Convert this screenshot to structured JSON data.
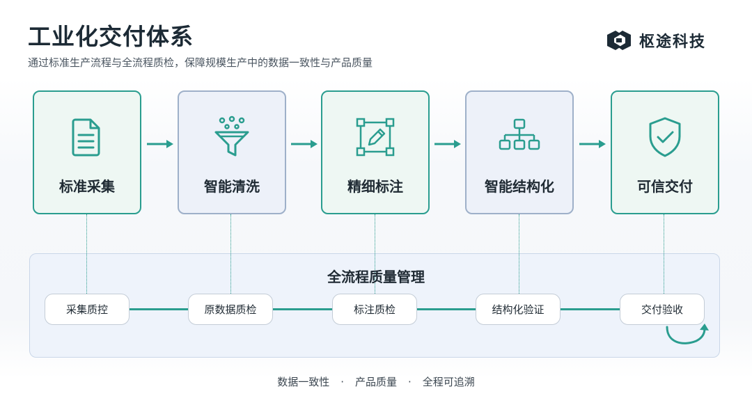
{
  "header": {
    "title": "工业化交付体系",
    "subtitle": "通过标准生产流程与全流程质检，保障规模生产中的数据一致性与产品质量"
  },
  "logo": {
    "text": "枢途科技",
    "icon": "brand-logo-icon"
  },
  "stages": [
    {
      "label": "标准采集",
      "icon": "document-icon"
    },
    {
      "label": "智能清洗",
      "icon": "funnel-icon"
    },
    {
      "label": "精细标注",
      "icon": "annotate-pen-icon"
    },
    {
      "label": "智能结构化",
      "icon": "hierarchy-icon"
    },
    {
      "label": "可信交付",
      "icon": "shield-check-icon"
    }
  ],
  "quality": {
    "title": "全流程质量管理",
    "checkpoints": [
      "采集质控",
      "原数据质检",
      "标注质检",
      "结构化验证",
      "交付验收"
    ]
  },
  "footer": {
    "items": [
      "数据一致性",
      "产品质量",
      "全程可追溯"
    ],
    "separator": "·"
  },
  "colors": {
    "accent": "#2a9d8f",
    "dark": "#1c2a35",
    "panel": "#eef3fb"
  }
}
